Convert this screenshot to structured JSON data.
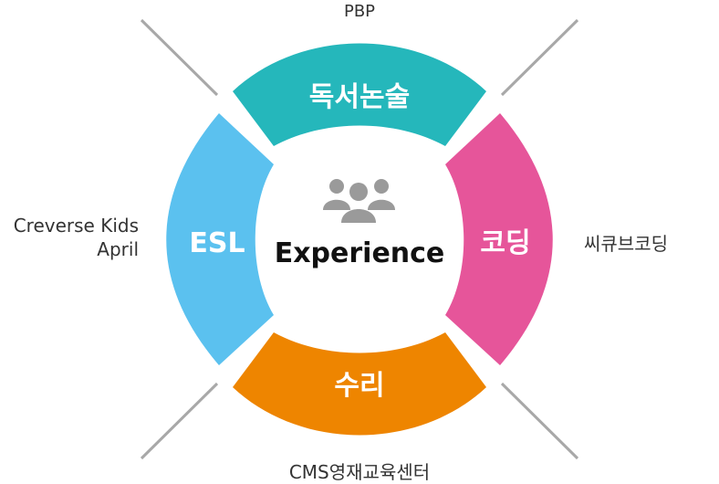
{
  "colors": {
    "top": "#25b7bb",
    "right": "#e6559a",
    "bottom": "#ee8500",
    "left": "#5bc1ef",
    "lines": "#a8a8a8",
    "people_icon": "#9a9a9a"
  },
  "segments": {
    "top": "독서논술",
    "right": "코딩",
    "bottom": "수리",
    "left": "ESL"
  },
  "center": {
    "label": "Experience",
    "icon": "people-group-icon"
  },
  "external": {
    "top": "PBP",
    "right": "씨큐브코딩",
    "bottom": "CMS영재교육센터",
    "left_line1": "Creverse Kids",
    "left_line2": "April"
  }
}
